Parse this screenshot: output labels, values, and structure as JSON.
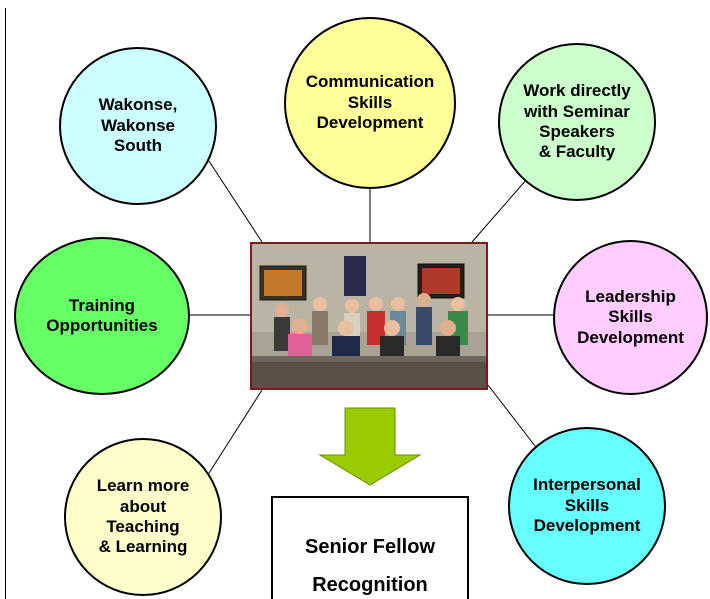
{
  "bubbles": {
    "wakonse": {
      "label": "Wakonse,\nWakonse\nSouth",
      "color": "#ccffff"
    },
    "communication": {
      "label": "Communication\nSkills\nDevelopment",
      "color": "#ffff99"
    },
    "work_directly": {
      "label": "Work directly\nwith Seminar\nSpeakers\n& Faculty",
      "color": "#ccffcc"
    },
    "training": {
      "label": "Training\nOpportunities",
      "color": "#66ff66"
    },
    "leadership": {
      "label": "Leadership\nSkills\nDevelopment",
      "color": "#ffccff"
    },
    "learn_more": {
      "label": "Learn more\nabout\nTeaching\n& Learning",
      "color": "#ffffcc"
    },
    "interpersonal": {
      "label": "Interpersonal\nSkills\nDevelopment",
      "color": "#66ffff"
    }
  },
  "arrow": {
    "color": "#99cc00"
  },
  "recognition": {
    "line1": "Senior Fellow",
    "line2": "Recognition"
  }
}
